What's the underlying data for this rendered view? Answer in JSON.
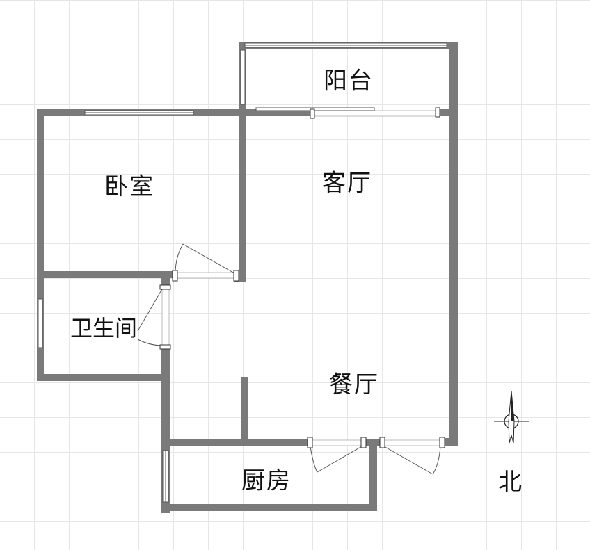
{
  "rooms": {
    "balcony": "阳台",
    "living_room": "客厅",
    "bedroom": "卧室",
    "bathroom": "卫生间",
    "dining_room": "餐厅",
    "kitchen": "厨房"
  },
  "compass": {
    "label": "北"
  },
  "colors": {
    "wall": "#7a7a7a",
    "grid": "#e6e6e6"
  }
}
